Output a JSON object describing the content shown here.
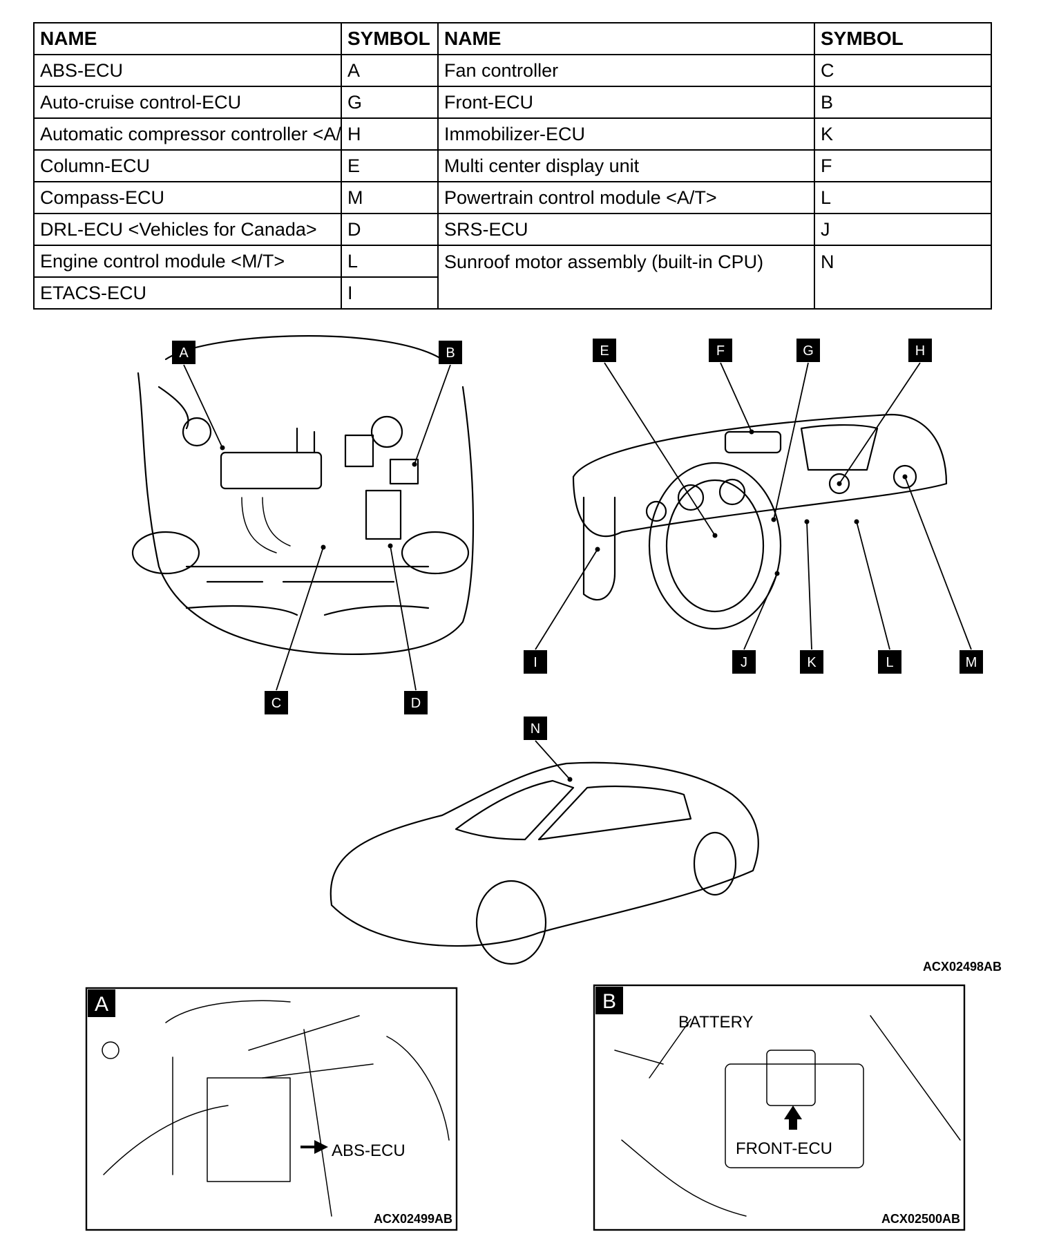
{
  "table": {
    "headers": {
      "name": "NAME",
      "symbol": "SYMBOL"
    },
    "left_rows": [
      {
        "name": "ABS-ECU",
        "symbol": "A"
      },
      {
        "name": "Auto-cruise control-ECU",
        "symbol": "G"
      },
      {
        "name": "Automatic compressor controller <A/C>",
        "symbol": "H"
      },
      {
        "name": "Column-ECU",
        "symbol": "E"
      },
      {
        "name": "Compass-ECU",
        "symbol": "M"
      },
      {
        "name": "DRL-ECU <Vehicles for Canada>",
        "symbol": "D"
      },
      {
        "name": "Engine control module <M/T>",
        "symbol": "L"
      },
      {
        "name": "ETACS-ECU",
        "symbol": "I"
      }
    ],
    "right_rows": [
      {
        "name": "Fan controller",
        "symbol": "C"
      },
      {
        "name": "Front-ECU",
        "symbol": "B"
      },
      {
        "name": "Immobilizer-ECU",
        "symbol": "K"
      },
      {
        "name": "Multi center display unit",
        "symbol": "F"
      },
      {
        "name": "Powertrain control module <A/T>",
        "symbol": "L"
      },
      {
        "name": "SRS-ECU",
        "symbol": "J"
      },
      {
        "name": "Sunroof motor assembly (built-in CPU)",
        "symbol": "N"
      }
    ]
  },
  "figure": {
    "tags": {
      "a": "A",
      "b": "B",
      "c": "C",
      "d": "D",
      "e": "E",
      "f": "F",
      "g": "G",
      "h": "H",
      "i": "I",
      "j": "J",
      "k": "K",
      "l": "L",
      "m": "M",
      "n": "N"
    },
    "code": "ACX02498AB"
  },
  "detail_a": {
    "tag": "A",
    "callout": "ABS-ECU",
    "code": "ACX02499AB"
  },
  "detail_b": {
    "tag": "B",
    "battery": "BATTERY",
    "callout": "FRONT-ECU",
    "code": "ACX02500AB"
  }
}
